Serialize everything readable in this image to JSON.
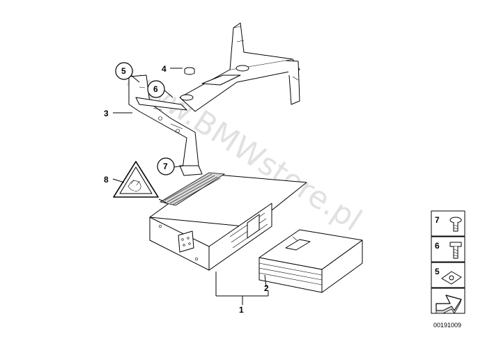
{
  "diagram": {
    "watermark": "www.BMWstore.pl",
    "document_number": "00191009",
    "callouts": [
      {
        "id": "c1",
        "label": "1"
      },
      {
        "id": "c2",
        "label": "2"
      },
      {
        "id": "c3",
        "label": "3"
      },
      {
        "id": "c4",
        "label": "4"
      },
      {
        "id": "c5",
        "label": "5"
      },
      {
        "id": "c6",
        "label": "6"
      },
      {
        "id": "c7",
        "label": "7"
      },
      {
        "id": "c8",
        "label": "8"
      }
    ],
    "legend": [
      {
        "label": "7",
        "icon": "screw-icon"
      },
      {
        "label": "6",
        "icon": "bolt-icon"
      },
      {
        "label": "5",
        "icon": "clip-nut-icon"
      },
      {
        "label": "",
        "icon": "arrow-icon"
      }
    ]
  }
}
